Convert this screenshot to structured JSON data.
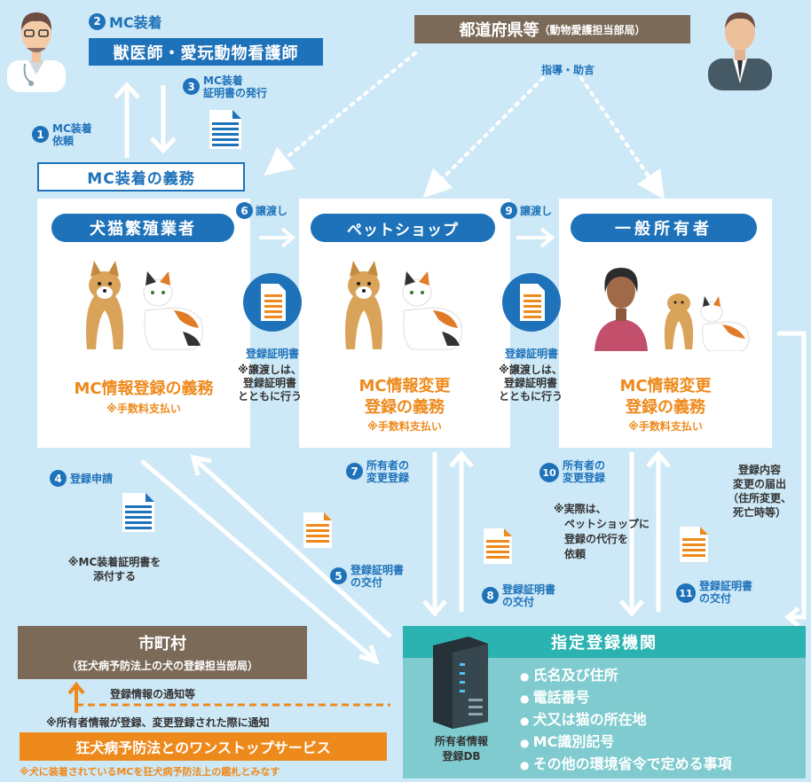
{
  "colors": {
    "accent": "#1e72b9",
    "orange": "#ee8a1c",
    "background": "#cde8f6",
    "brown": "#7b6a58",
    "teal": "#2bb3b1"
  },
  "vet": {
    "step": "2",
    "title": "MC装着",
    "box": "獣医師・愛玩動物看護師",
    "icon": "veterinarian-icon"
  },
  "step1": {
    "num": "1",
    "line1": "MC装着",
    "line2": "依頼"
  },
  "step3": {
    "num": "3",
    "line1": "MC装着",
    "line2": "証明書の発行"
  },
  "prefecture": {
    "title": "都道府県等",
    "sub": "（動物愛護担当部局）",
    "guidance": "指導・助言",
    "icon": "official-icon"
  },
  "mc_duty": "MC装着の義務",
  "breeder": {
    "title": "犬猫繁殖業者",
    "duty": "MC情報登録の義務",
    "fee": "※手数料支払い"
  },
  "petshop": {
    "title": "ペットショップ",
    "duty1": "MC情報変更",
    "duty2": "登録の義務",
    "fee": "※手数料支払い"
  },
  "owner": {
    "title": "一般所有者",
    "duty1": "MC情報変更",
    "duty2": "登録の義務",
    "fee": "※手数料支払い"
  },
  "step6": {
    "num": "6",
    "label": "譲渡し"
  },
  "step9": {
    "num": "9",
    "label": "譲渡し"
  },
  "cert_label": "登録証明書",
  "transfer_note": {
    "l1": "※譲渡しは、",
    "l2": "登録証明書",
    "l3": "とともに行う"
  },
  "step4": {
    "num": "4",
    "label": "登録申請",
    "note1": "※MC装着証明書を",
    "note2": "添付する"
  },
  "step5": {
    "num": "5",
    "l1": "登録証明書",
    "l2": "の交付"
  },
  "step7": {
    "num": "7",
    "l1": "所有者の",
    "l2": "変更登録"
  },
  "step8": {
    "num": "8",
    "l1": "登録証明書",
    "l2": "の交付"
  },
  "step10": {
    "num": "10",
    "l1": "所有者の",
    "l2": "変更登録",
    "n1": "※実際は、",
    "n2": "ペットショップに",
    "n3": "登録の代行を",
    "n4": "依頼"
  },
  "step11": {
    "num": "11",
    "l1": "登録証明書",
    "l2": "の交付"
  },
  "change_notice": {
    "l1": "登録内容",
    "l2": "変更の届出",
    "l3": "（住所変更、",
    "l4": "死亡時等）"
  },
  "city": {
    "title": "市町村",
    "sub": "（狂犬病予防法上の犬の登録担当部局）",
    "notify": "登録情報の通知等",
    "notify_note": "※所有者情報が登録、変更登録された際に通知"
  },
  "onestop": {
    "title": "狂犬病予防法とのワンストップサービス",
    "note": "※犬に装着されているMCを狂犬病予防法上の鑑札とみなす"
  },
  "registry": {
    "title": "指定登録機関",
    "db1": "所有者情報",
    "db2": "登録DB",
    "items": [
      "氏名及び住所",
      "電話番号",
      "犬又は猫の所在地",
      "MC識別記号",
      "その他の環境省令で定める事項"
    ],
    "icon": "server-icon"
  }
}
